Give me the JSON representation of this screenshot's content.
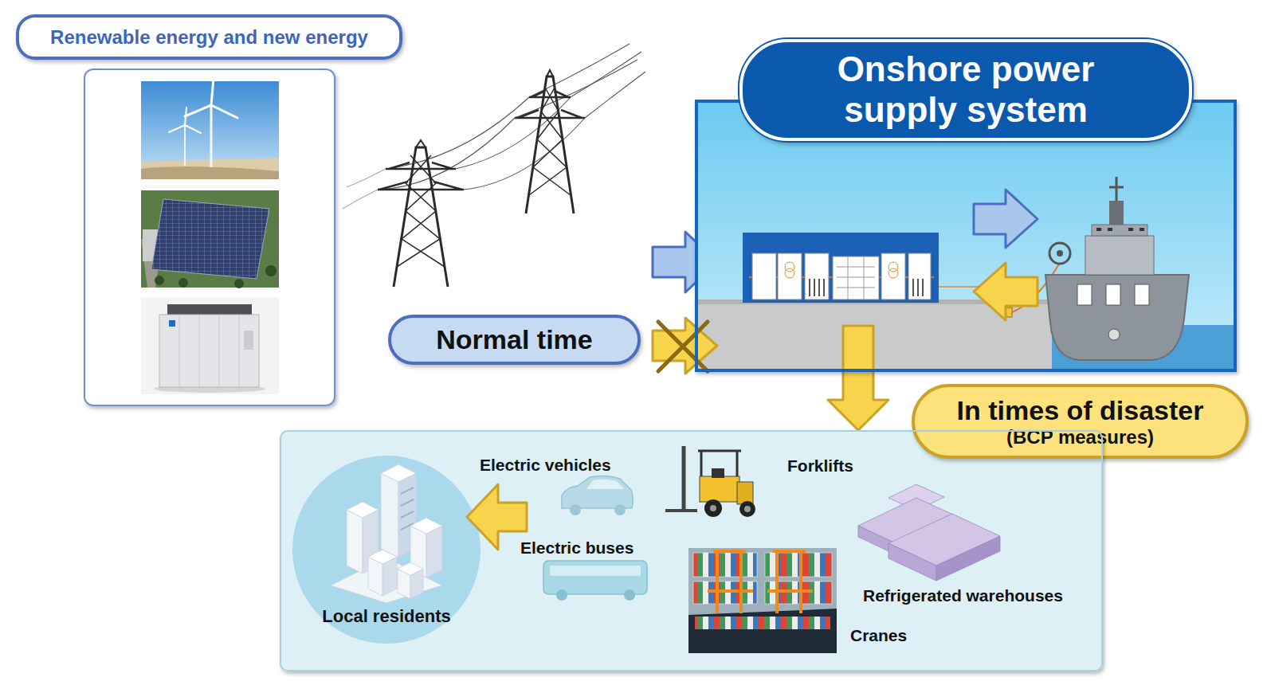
{
  "diagram": {
    "nodes": [
      {
        "text": [
          "Renewable energy and new energy"
        ]
      },
      {
        "text": [
          "Onshore power supply system"
        ]
      },
      {
        "text": [
          "Normal time"
        ]
      },
      {
        "text": [
          "In times of disaster",
          "(BCP measures)"
        ]
      },
      {
        "text": [
          "Electric vehicles",
          "Forklifts",
          "Electric buses",
          "Refrigerated warehouses",
          "Cranes"
        ]
      },
      {
        "text": [
          "Local residents"
        ],
        "in": 4
      }
    ],
    "edges": [
      {
        "from": 1,
        "to": 4,
        "arrow": "to"
      }
    ]
  }
}
